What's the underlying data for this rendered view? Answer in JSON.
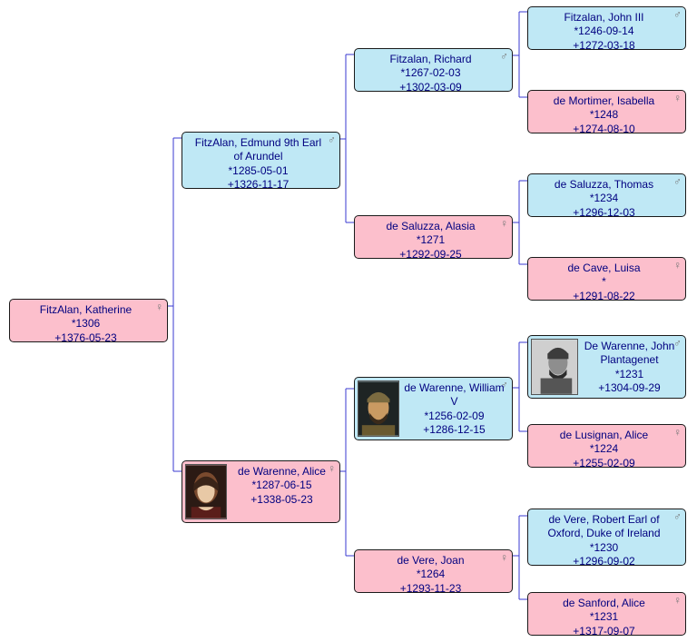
{
  "people": {
    "katherine": {
      "name": "FitzAlan, Katherine",
      "birth": "*1306",
      "death": "+1376-05-23",
      "sex": "♀"
    },
    "edmund": {
      "name": "FitzAlan, Edmund 9th Earl of Arundel",
      "birth": "*1285-05-01",
      "death": "+1326-11-17",
      "sex": "♂"
    },
    "alice_w": {
      "name": "de Warenne, Alice",
      "birth": "*1287-06-15",
      "death": "+1338-05-23",
      "sex": "♀"
    },
    "richard": {
      "name": "Fitzalan, Richard",
      "birth": "*1267-02-03",
      "death": "+1302-03-09",
      "sex": "♂"
    },
    "alasia": {
      "name": "de Saluzza, Alasia",
      "birth": "*1271",
      "death": "+1292-09-25",
      "sex": "♀"
    },
    "william": {
      "name": "de Warenne, William V",
      "birth": "*1256-02-09",
      "death": "+1286-12-15",
      "sex": "♂"
    },
    "joan": {
      "name": "de Vere, Joan",
      "birth": "*1264",
      "death": "+1293-11-23",
      "sex": "♀"
    },
    "john3": {
      "name": "Fitzalan, John III",
      "birth": "*1246-09-14",
      "death": "+1272-03-18",
      "sex": "♂"
    },
    "isabella": {
      "name": "de Mortimer, Isabella",
      "birth": "*1248",
      "death": "+1274-08-10",
      "sex": "♀"
    },
    "thomas": {
      "name": "de Saluzza, Thomas",
      "birth": "*1234",
      "death": "+1296-12-03",
      "sex": "♂"
    },
    "luisa": {
      "name": "de Cave, Luisa",
      "birth": "*",
      "death": "+1291-08-22",
      "sex": "♀"
    },
    "johnp": {
      "name": "De Warenne, John Plantagenet",
      "birth": "*1231",
      "death": "+1304-09-29",
      "sex": "♂"
    },
    "alice_l": {
      "name": "de Lusignan, Alice",
      "birth": "*1224",
      "death": "+1255-02-09",
      "sex": "♀"
    },
    "robert": {
      "name": "de Vere, Robert Earl of Oxford, Duke of Ireland",
      "birth": "*1230",
      "death": "+1296-09-02",
      "sex": "♂"
    },
    "alice_s": {
      "name": "de Sanford, Alice",
      "birth": "*1231",
      "death": "+1317-09-07",
      "sex": "♀"
    }
  },
  "colors": {
    "male": "#bfe8f5",
    "female": "#fcbfcc",
    "text": "#000080",
    "line": "#3a3ad0"
  }
}
